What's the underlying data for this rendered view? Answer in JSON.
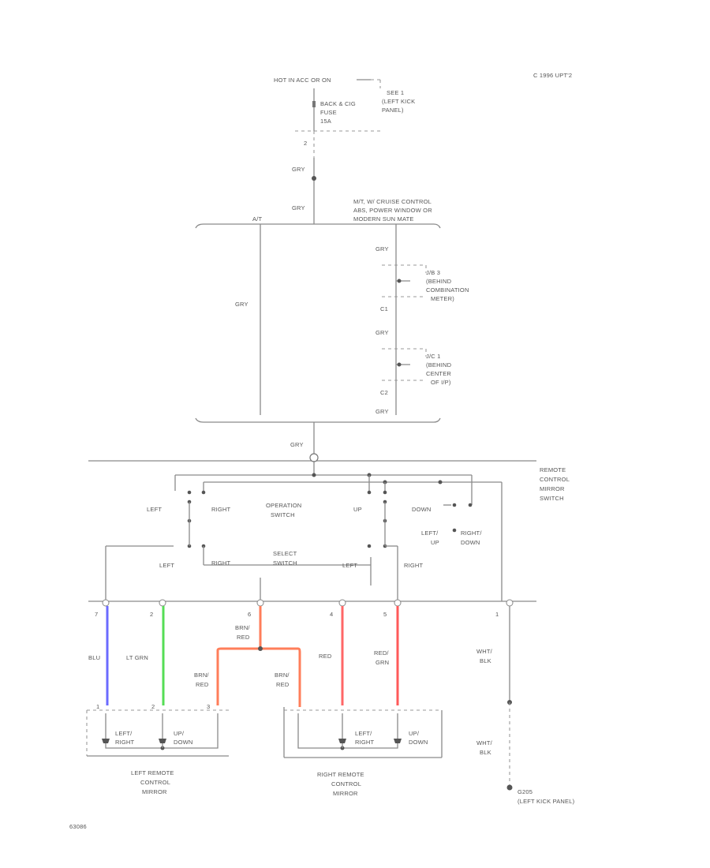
{
  "header": {
    "note": "C 1996 UPT'2"
  },
  "fuse": {
    "source_label": "HOT IN ACC OR ON",
    "location_lines": [
      "SEE 1",
      "(LEFT KICK",
      "PANEL)"
    ],
    "fuse_lines": [
      "BACK & CIG",
      "FUSE",
      "15A"
    ],
    "pin": "2"
  },
  "wires": {
    "gry_1": "GRY",
    "gry_2": "GRY",
    "at": "A/T",
    "gry_left": "GRY",
    "gry_upper": "GRY",
    "gry_mid": "GRY",
    "gry_lower": "GRY",
    "gry_switch": "GRY",
    "c1": "C1",
    "c2": "C2",
    "blu": "BLU",
    "lt_grn": "LT GRN",
    "brn_red_top": [
      "BRN/",
      "RED"
    ],
    "brn_red_left": [
      "BRN/",
      "RED"
    ],
    "brn_red_right": [
      "BRN/",
      "RED"
    ],
    "red": "RED",
    "red_grn": [
      "RED/",
      "GRN"
    ],
    "wht_blk_1": [
      "WHT/",
      "BLK"
    ],
    "wht_blk_2": [
      "WHT/",
      "BLK"
    ]
  },
  "cruise_note": [
    "M/T, W/ CRUISE CONTROL",
    "ABS, POWER WINDOW OR",
    "MODERN SUN MATE"
  ],
  "splices": {
    "jb1": [
      "J/B 3",
      "(BEHIND",
      "COMBINATION",
      "METER)"
    ],
    "jb2": [
      "J/C 1",
      "(BEHIND",
      "CENTER",
      "OF I/P)"
    ]
  },
  "switch": {
    "name": [
      "REMOTE",
      "CONTROL",
      "MIRROR",
      "SWITCH"
    ],
    "left_1": "LEFT",
    "right_1": "RIGHT",
    "operation": [
      "OPERATION",
      "SWITCH"
    ],
    "up": "UP",
    "down": "DOWN",
    "left_up": [
      "LEFT/",
      "UP"
    ],
    "right_down": [
      "RIGHT/",
      "DOWN"
    ],
    "left_2": "LEFT",
    "right_2": "RIGHT",
    "select": [
      "SELECT",
      "SWITCH"
    ],
    "left_3": "LEFT",
    "right_3": "RIGHT"
  },
  "pins": [
    "7",
    "2",
    "6",
    "4",
    "5",
    "1"
  ],
  "motors": {
    "left_pins": [
      "1",
      "2",
      "3"
    ],
    "left_leftright": [
      "LEFT/",
      "RIGHT"
    ],
    "left_updown": [
      "UP/",
      "DOWN"
    ],
    "right_leftright": [
      "LEFT/",
      "RIGHT"
    ],
    "right_updown": [
      "UP/",
      "DOWN"
    ]
  },
  "mirrors": {
    "left": [
      "LEFT REMOTE",
      "CONTROL",
      "MIRROR"
    ],
    "right": [
      "RIGHT REMOTE",
      "CONTROL",
      "MIRROR"
    ]
  },
  "ground": {
    "id": "G205",
    "location": "(LEFT KICK PANEL)"
  },
  "footer": {
    "code": "63086"
  },
  "colors": {
    "blu": "#6b6bff",
    "lt_grn": "#55dd55",
    "brn_red": "#ff7e5a",
    "red": "#ff6666",
    "red_grn": "#ff5a5a",
    "line": "#8a8a8a",
    "text": "#555555"
  }
}
